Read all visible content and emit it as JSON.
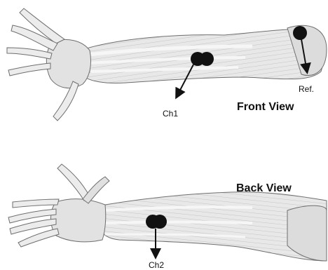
{
  "labels": {
    "front_view": "Front View",
    "back_view": "Back View",
    "ch1": "Ch1",
    "ch2": "Ch2",
    "ref": "Ref."
  },
  "colors": {
    "electrode": "#111111",
    "muscle_fill": "#e6e6e6",
    "muscle_line": "#7a7a7a",
    "tendon": "#f4f4f4"
  }
}
